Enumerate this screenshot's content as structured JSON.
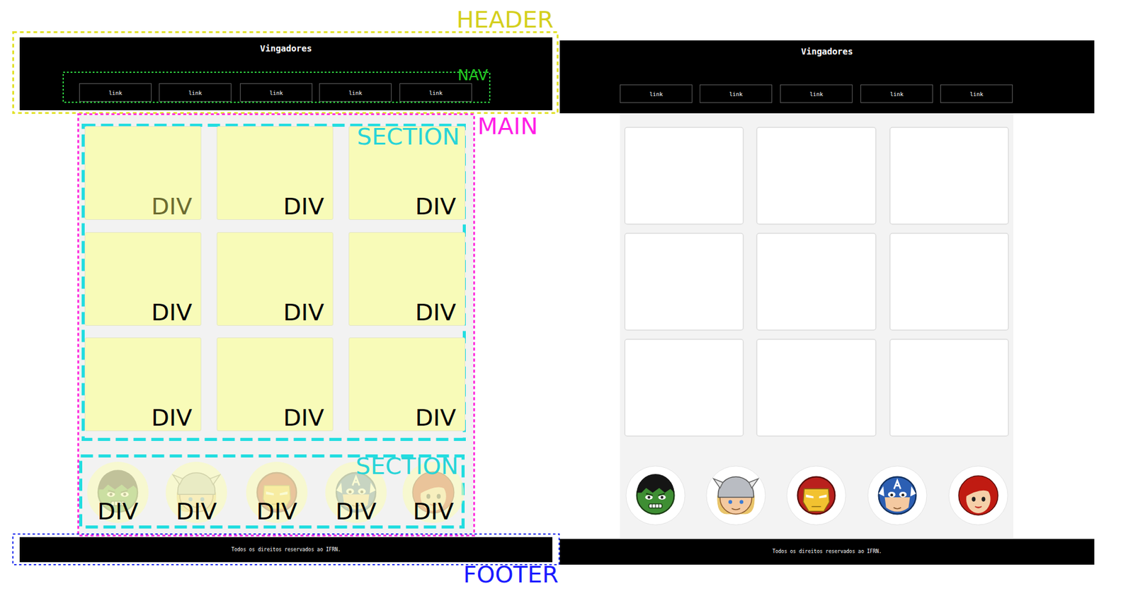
{
  "diagram": {
    "nodes": [
      {
        "text": [
          "HEADER"
        ]
      },
      {
        "text": [
          "Vingadores"
        ],
        "in": 0
      },
      {
        "text": [
          "NAV"
        ],
        "in": 1
      },
      {
        "text": [
          "link"
        ],
        "in": 2
      },
      {
        "text": [
          "link"
        ],
        "in": 2
      },
      {
        "text": [
          "link"
        ],
        "in": 2
      },
      {
        "text": [
          "link"
        ],
        "in": 2
      },
      {
        "text": [
          "link"
        ],
        "in": 2
      },
      {
        "text": [
          "MAIN"
        ]
      },
      {
        "text": [
          "SECTION"
        ],
        "in": 8
      },
      {
        "text": [
          "DIV"
        ],
        "in": 9
      },
      {
        "text": [
          "DIV"
        ],
        "in": 9
      },
      {
        "text": [
          "DIV"
        ],
        "in": 9
      },
      {
        "text": [
          "DIV"
        ],
        "in": 9
      },
      {
        "text": [
          "DIV"
        ],
        "in": 9
      },
      {
        "text": [
          "DIV"
        ],
        "in": 9
      },
      {
        "text": [
          "DIV"
        ],
        "in": 9
      },
      {
        "text": [
          "DIV"
        ],
        "in": 9
      },
      {
        "text": [
          "DIV"
        ],
        "in": 9
      },
      {
        "text": [
          "SECTION"
        ],
        "in": 8
      },
      {
        "text": [
          "DIV"
        ],
        "in": 19
      },
      {
        "text": [
          "DIV"
        ],
        "in": 19
      },
      {
        "text": [
          "DIV"
        ],
        "in": 19
      },
      {
        "text": [
          "DIV"
        ],
        "in": 19
      },
      {
        "text": [
          "DIV"
        ],
        "in": 19
      },
      {
        "text": [
          "FOOTER"
        ]
      },
      {
        "text": [
          "Todos os direitos reservados ao IFRN."
        ],
        "in": 25
      },
      {
        "text": [
          "Vingadores"
        ]
      },
      {
        "text": [
          "link"
        ],
        "in": 27
      },
      {
        "text": [
          "link"
        ],
        "in": 27
      },
      {
        "text": [
          "link"
        ],
        "in": 27
      },
      {
        "text": [
          "link"
        ],
        "in": 27
      },
      {
        "text": [
          "link"
        ],
        "in": 27
      },
      {
        "text": [
          "Todos os direitos reservados ao IFRN."
        ]
      }
    ]
  }
}
